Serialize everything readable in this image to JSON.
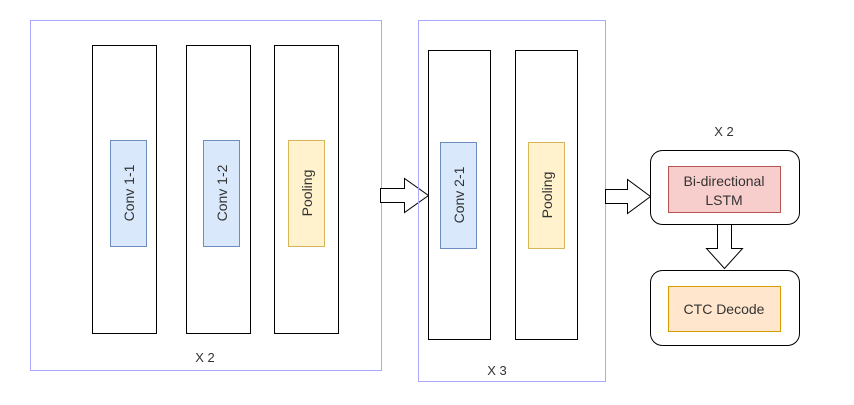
{
  "stage1": {
    "repeat": "X 2",
    "blocks": [
      "Conv 1-1",
      "Conv 1-2",
      "Pooling"
    ]
  },
  "stage2": {
    "repeat": "X 3",
    "blocks": [
      "Conv 2-1",
      "Pooling"
    ]
  },
  "stage3": {
    "repeat": "X 2",
    "lstm_line1": "Bi-directional",
    "lstm_line2": "LSTM",
    "decode": "CTC Decode"
  },
  "colors": {
    "group_border": "#a8a8ff",
    "conv_fill": "#dae8fc",
    "conv_stroke": "#6c8ebf",
    "pool_fill": "#fff2cc",
    "pool_stroke": "#d6b656",
    "lstm_fill": "#f8cecc",
    "lstm_stroke": "#b85450",
    "ctc_fill": "#ffe6cc",
    "ctc_stroke": "#d79b00"
  }
}
